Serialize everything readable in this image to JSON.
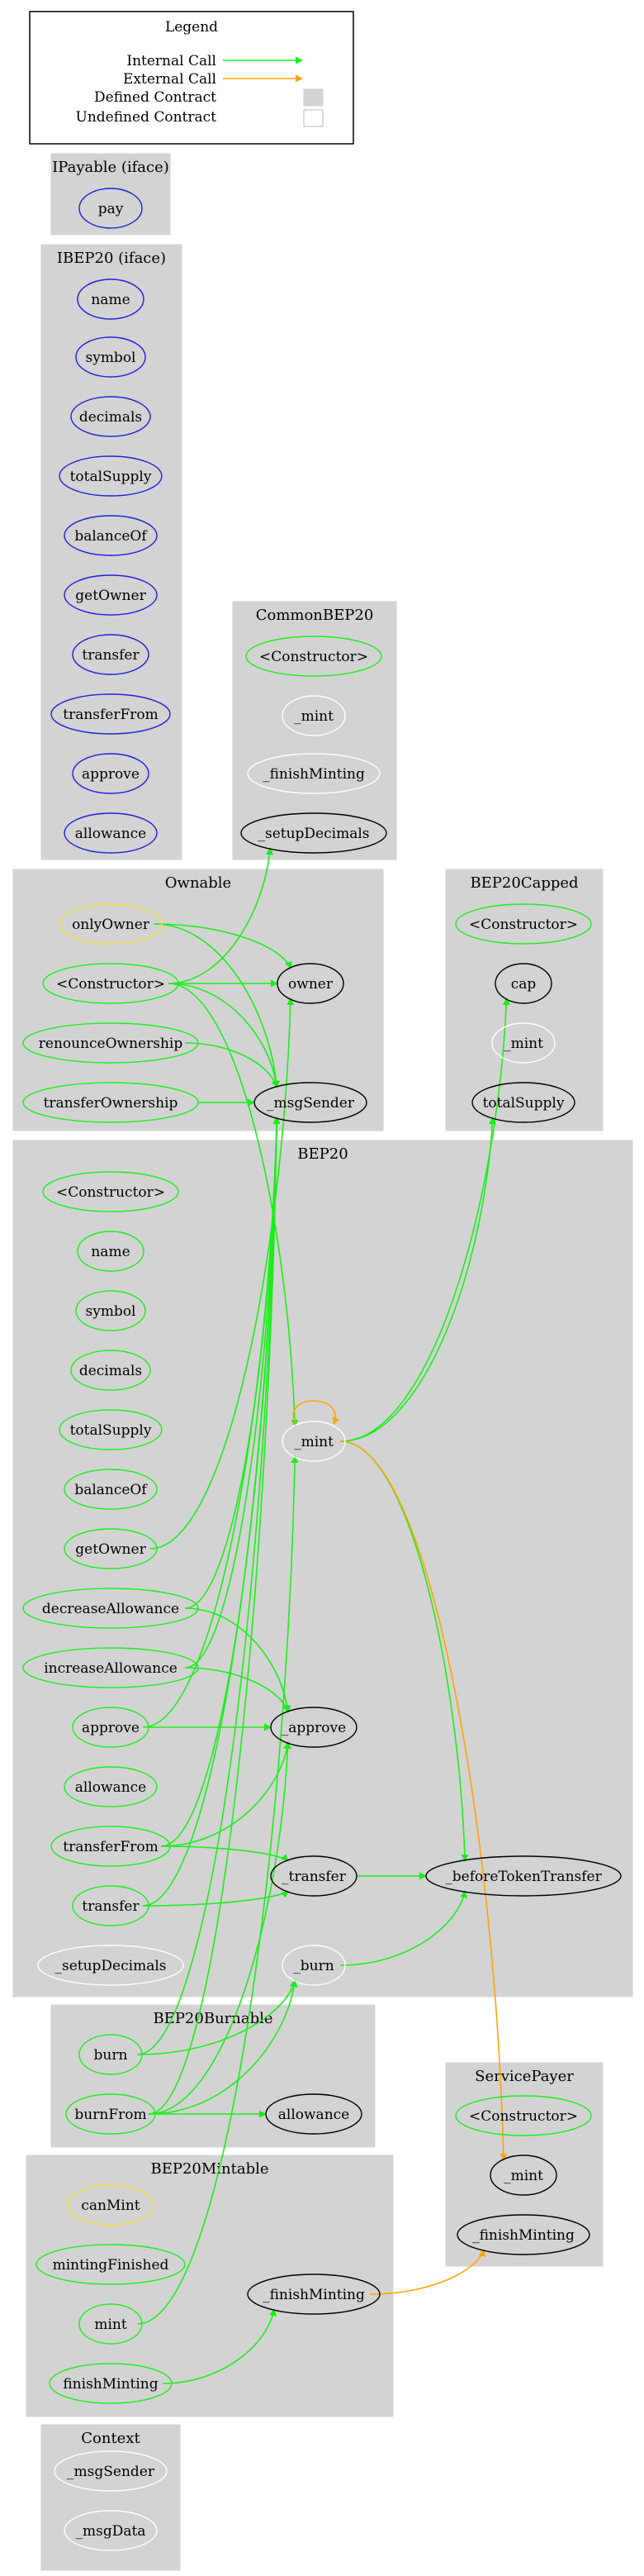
{
  "colors": {
    "internal": "#1aee1a",
    "external": "#ffa500",
    "blue": "#1f1fdb",
    "green": "#1aee1a",
    "yellow": "#f4e23a",
    "white": "#ffffff",
    "black": "#000000",
    "cluster_fill": "#d3d3d3"
  },
  "legend": {
    "title": "Legend",
    "items": [
      {
        "label": "Internal Call",
        "kind": "internal"
      },
      {
        "label": "External Call",
        "kind": "external"
      },
      {
        "label": "Defined Contract",
        "kind": "defined"
      },
      {
        "label": "Undefined Contract",
        "kind": "undefined"
      }
    ]
  },
  "clusters": [
    {
      "id": "ipayable",
      "label": "IPayable  (iface)"
    },
    {
      "id": "ibep20",
      "label": "IBEP20  (iface)"
    },
    {
      "id": "commonbep20",
      "label": "CommonBEP20"
    },
    {
      "id": "ownable",
      "label": "Ownable"
    },
    {
      "id": "bep20capped",
      "label": "BEP20Capped"
    },
    {
      "id": "bep20",
      "label": "BEP20"
    },
    {
      "id": "bep20burnable",
      "label": "BEP20Burnable"
    },
    {
      "id": "servicepayer",
      "label": "ServicePayer"
    },
    {
      "id": "bep20mintable",
      "label": "BEP20Mintable"
    },
    {
      "id": "context",
      "label": "Context"
    }
  ],
  "nodes": [
    {
      "id": "ip_pay",
      "label": "pay",
      "style": "blue"
    },
    {
      "id": "ib_name",
      "label": "name",
      "style": "blue"
    },
    {
      "id": "ib_symbol",
      "label": "symbol",
      "style": "blue"
    },
    {
      "id": "ib_decimals",
      "label": "decimals",
      "style": "blue"
    },
    {
      "id": "ib_totalSupply",
      "label": "totalSupply",
      "style": "blue"
    },
    {
      "id": "ib_balanceOf",
      "label": "balanceOf",
      "style": "blue"
    },
    {
      "id": "ib_getOwner",
      "label": "getOwner",
      "style": "blue"
    },
    {
      "id": "ib_transfer",
      "label": "transfer",
      "style": "blue"
    },
    {
      "id": "ib_transferFrom",
      "label": "transferFrom",
      "style": "blue"
    },
    {
      "id": "ib_approve",
      "label": "approve",
      "style": "blue"
    },
    {
      "id": "ib_allowance",
      "label": "allowance",
      "style": "blue"
    },
    {
      "id": "cb_ctor",
      "label": "<Constructor>",
      "style": "green"
    },
    {
      "id": "cb_mint",
      "label": "_mint",
      "style": "white"
    },
    {
      "id": "cb_finishMinting",
      "label": "_finishMinting",
      "style": "white"
    },
    {
      "id": "cb_setupDecimals",
      "label": "_setupDecimals",
      "style": "black"
    },
    {
      "id": "ow_onlyOwner",
      "label": "onlyOwner",
      "style": "yellow"
    },
    {
      "id": "ow_ctor",
      "label": "<Constructor>",
      "style": "green"
    },
    {
      "id": "ow_renounce",
      "label": "renounceOwnership",
      "style": "green"
    },
    {
      "id": "ow_transferOwnership",
      "label": "transferOwnership",
      "style": "green"
    },
    {
      "id": "ow_owner",
      "label": "owner",
      "style": "black"
    },
    {
      "id": "ow_msgSender",
      "label": "_msgSender",
      "style": "black"
    },
    {
      "id": "bc_ctor",
      "label": "<Constructor>",
      "style": "green"
    },
    {
      "id": "bc_cap",
      "label": "cap",
      "style": "black"
    },
    {
      "id": "bc_mint",
      "label": "_mint",
      "style": "white"
    },
    {
      "id": "bc_totalSupply",
      "label": "totalSupply",
      "style": "black"
    },
    {
      "id": "b_ctor",
      "label": "<Constructor>",
      "style": "green"
    },
    {
      "id": "b_name",
      "label": "name",
      "style": "green"
    },
    {
      "id": "b_symbol",
      "label": "symbol",
      "style": "green"
    },
    {
      "id": "b_decimals",
      "label": "decimals",
      "style": "green"
    },
    {
      "id": "b_totalSupply",
      "label": "totalSupply",
      "style": "green"
    },
    {
      "id": "b_balanceOf",
      "label": "balanceOf",
      "style": "green"
    },
    {
      "id": "b_getOwner",
      "label": "getOwner",
      "style": "green"
    },
    {
      "id": "b_decreaseAllowance",
      "label": "decreaseAllowance",
      "style": "green"
    },
    {
      "id": "b_increaseAllowance",
      "label": "increaseAllowance",
      "style": "green"
    },
    {
      "id": "b_approve",
      "label": "approve",
      "style": "green"
    },
    {
      "id": "b_allowance",
      "label": "allowance",
      "style": "green"
    },
    {
      "id": "b_transferFrom",
      "label": "transferFrom",
      "style": "green"
    },
    {
      "id": "b_transfer",
      "label": "transfer",
      "style": "green"
    },
    {
      "id": "b_setupDecimals",
      "label": "_setupDecimals",
      "style": "white"
    },
    {
      "id": "b_mint",
      "label": "_mint",
      "style": "white"
    },
    {
      "id": "b_approve_int",
      "label": "_approve",
      "style": "black"
    },
    {
      "id": "b_transfer_int",
      "label": "_transfer",
      "style": "black"
    },
    {
      "id": "b_beforeTokenTransfer",
      "label": "_beforeTokenTransfer",
      "style": "black"
    },
    {
      "id": "b_burn",
      "label": "_burn",
      "style": "white"
    },
    {
      "id": "bb_burn",
      "label": "burn",
      "style": "green"
    },
    {
      "id": "bb_burnFrom",
      "label": "burnFrom",
      "style": "green"
    },
    {
      "id": "bb_allowance",
      "label": "allowance",
      "style": "black"
    },
    {
      "id": "sp_ctor",
      "label": "<Constructor>",
      "style": "green"
    },
    {
      "id": "sp_mint",
      "label": "_mint",
      "style": "black"
    },
    {
      "id": "sp_finishMinting",
      "label": "_finishMinting",
      "style": "black"
    },
    {
      "id": "bm_canMint",
      "label": "canMint",
      "style": "yellow"
    },
    {
      "id": "bm_mintingFinished",
      "label": "mintingFinished",
      "style": "green"
    },
    {
      "id": "bm_mint",
      "label": "mint",
      "style": "green"
    },
    {
      "id": "bm_finishMinting",
      "label": "finishMinting",
      "style": "green"
    },
    {
      "id": "bm_finishMinting_int",
      "label": "_finishMinting",
      "style": "black"
    },
    {
      "id": "cx_msgSender",
      "label": "_msgSender",
      "style": "white"
    },
    {
      "id": "cx_msgData",
      "label": "_msgData",
      "style": "white"
    }
  ],
  "edges": [
    {
      "from": "ow_onlyOwner",
      "to": "ow_owner",
      "kind": "internal"
    },
    {
      "from": "ow_onlyOwner",
      "to": "ow_msgSender",
      "kind": "internal"
    },
    {
      "from": "ow_ctor",
      "to": "cb_setupDecimals",
      "kind": "internal"
    },
    {
      "from": "ow_ctor",
      "to": "ow_owner",
      "kind": "internal"
    },
    {
      "from": "ow_ctor",
      "to": "ow_msgSender",
      "kind": "internal"
    },
    {
      "from": "ow_ctor",
      "to": "b_mint",
      "kind": "internal"
    },
    {
      "from": "ow_renounce",
      "to": "ow_msgSender",
      "kind": "internal"
    },
    {
      "from": "ow_transferOwnership",
      "to": "ow_msgSender",
      "kind": "internal"
    },
    {
      "from": "b_getOwner",
      "to": "ow_owner",
      "kind": "internal"
    },
    {
      "from": "b_decreaseAllowance",
      "to": "ow_msgSender",
      "kind": "internal"
    },
    {
      "from": "b_decreaseAllowance",
      "to": "b_approve_int",
      "kind": "internal"
    },
    {
      "from": "b_increaseAllowance",
      "to": "ow_msgSender",
      "kind": "internal"
    },
    {
      "from": "b_increaseAllowance",
      "to": "b_approve_int",
      "kind": "internal"
    },
    {
      "from": "b_approve",
      "to": "ow_msgSender",
      "kind": "internal"
    },
    {
      "from": "b_approve",
      "to": "b_approve_int",
      "kind": "internal"
    },
    {
      "from": "b_transferFrom",
      "to": "ow_msgSender",
      "kind": "internal"
    },
    {
      "from": "b_transferFrom",
      "to": "b_approve_int",
      "kind": "internal"
    },
    {
      "from": "b_transferFrom",
      "to": "b_transfer_int",
      "kind": "internal"
    },
    {
      "from": "b_transfer",
      "to": "ow_msgSender",
      "kind": "internal"
    },
    {
      "from": "b_transfer",
      "to": "b_transfer_int",
      "kind": "internal"
    },
    {
      "from": "b_mint",
      "to": "b_mint",
      "kind": "external",
      "loop": true
    },
    {
      "from": "b_mint",
      "to": "bc_cap",
      "kind": "internal"
    },
    {
      "from": "b_mint",
      "to": "bc_totalSupply",
      "kind": "internal"
    },
    {
      "from": "b_mint",
      "to": "b_beforeTokenTransfer",
      "kind": "internal"
    },
    {
      "from": "b_mint",
      "to": "sp_mint",
      "kind": "external"
    },
    {
      "from": "b_transfer_int",
      "to": "b_beforeTokenTransfer",
      "kind": "internal"
    },
    {
      "from": "b_burn",
      "to": "b_beforeTokenTransfer",
      "kind": "internal"
    },
    {
      "from": "bb_burn",
      "to": "ow_msgSender",
      "kind": "internal"
    },
    {
      "from": "bb_burn",
      "to": "b_burn",
      "kind": "internal"
    },
    {
      "from": "bb_burnFrom",
      "to": "ow_msgSender",
      "kind": "internal"
    },
    {
      "from": "bb_burnFrom",
      "to": "b_approve_int",
      "kind": "internal"
    },
    {
      "from": "bb_burnFrom",
      "to": "b_burn",
      "kind": "internal"
    },
    {
      "from": "bb_burnFrom",
      "to": "bb_allowance",
      "kind": "internal"
    },
    {
      "from": "bm_mint",
      "to": "b_mint",
      "kind": "internal"
    },
    {
      "from": "bm_finishMinting",
      "to": "bm_finishMinting_int",
      "kind": "internal"
    },
    {
      "from": "bm_finishMinting_int",
      "to": "sp_finishMinting",
      "kind": "external"
    }
  ]
}
